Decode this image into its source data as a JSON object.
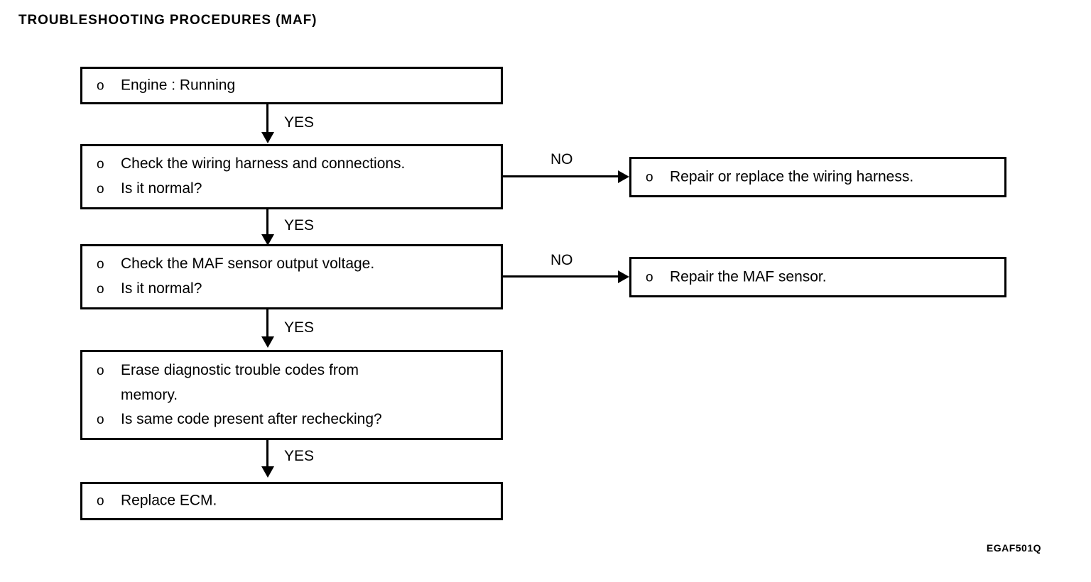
{
  "document": {
    "title": "TROUBLESHOOTING PROCEDURES  (MAF)",
    "figure_code": "EGAF501Q",
    "bullet_glyph": "o"
  },
  "flow": {
    "nodes": [
      {
        "id": "engine-running",
        "lines": [
          {
            "bullet": "o",
            "text": "Engine : Running"
          }
        ]
      },
      {
        "id": "check-wiring-harness",
        "lines": [
          {
            "bullet": "o",
            "text": "Check the wiring harness and connections."
          },
          {
            "bullet": "o",
            "text": "Is it normal?"
          }
        ]
      },
      {
        "id": "check-maf-output-voltage",
        "lines": [
          {
            "bullet": "o",
            "text": "Check the MAF sensor output voltage."
          },
          {
            "bullet": "o",
            "text": "Is it normal?"
          }
        ]
      },
      {
        "id": "erase-dtc-memory",
        "lines": [
          {
            "bullet": "o",
            "text": "Erase diagnostic trouble codes from"
          },
          {
            "bullet": "",
            "text": "memory."
          },
          {
            "bullet": "o",
            "text": "Is same code present after rechecking?"
          }
        ]
      },
      {
        "id": "replace-ecm",
        "lines": [
          {
            "bullet": "o",
            "text": "Replace ECM."
          }
        ]
      }
    ],
    "branch_nodes": [
      {
        "id": "repair-replace-wiring-harness",
        "lines": [
          {
            "bullet": "o",
            "text": "Repair or replace the wiring harness."
          }
        ]
      },
      {
        "id": "repair-maf-sensor",
        "lines": [
          {
            "bullet": "o",
            "text": "Repair the MAF sensor."
          }
        ]
      }
    ],
    "edge_labels": {
      "yes_1": "YES",
      "yes_2": "YES",
      "yes_3": "YES",
      "yes_4": "YES",
      "no_1": "NO",
      "no_2": "NO"
    }
  }
}
